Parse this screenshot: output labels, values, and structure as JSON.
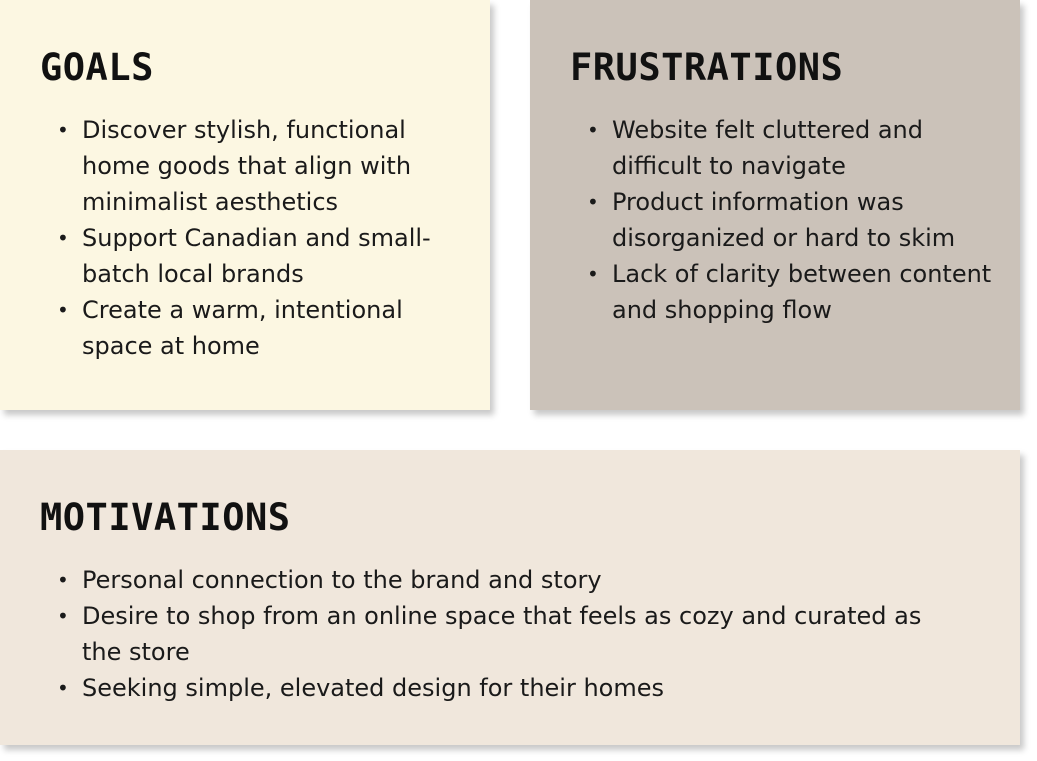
{
  "cards": {
    "goals": {
      "title": "GOALS",
      "items": [
        "Discover stylish, functional home goods that align with minimalist aesthetics",
        "Support Canadian and small-batch local brands",
        "Create a warm, intentional space at home"
      ]
    },
    "frustrations": {
      "title": "FRUSTRATIONS",
      "items": [
        "Website felt cluttered and difficult to navigate",
        "Product information was disorganized or hard to skim",
        "Lack of clarity between content and shopping flow"
      ]
    },
    "motivations": {
      "title": "MOTIVATIONS",
      "items": [
        "Personal connection to the brand and story",
        "Desire to shop from an online space that feels as cozy and curated as the store",
        "Seeking simple, elevated design for their homes"
      ]
    }
  },
  "colors": {
    "goals_bg": "#fcf7e2",
    "frustrations_bg": "#cbc2b9",
    "motivations_bg": "#f0e7dc",
    "text": "#111111"
  }
}
